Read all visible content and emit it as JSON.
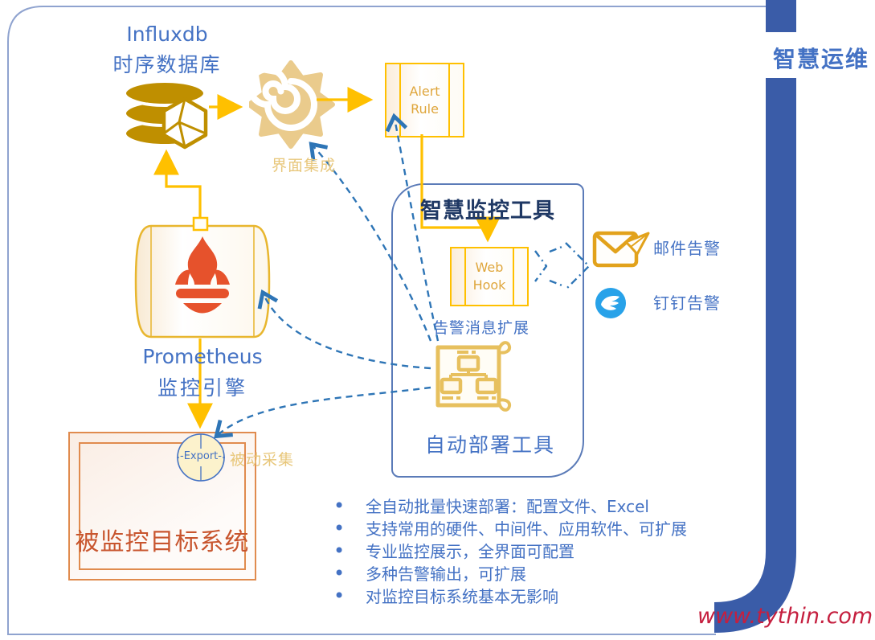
{
  "band": {
    "label": "智慧运维"
  },
  "watermark": "www.tythin.com",
  "influx": {
    "title": "Influxdb",
    "subtitle": "时序数据库"
  },
  "grafana": {
    "label": "界面集成"
  },
  "alert_rule": {
    "label": "Alert Rule"
  },
  "monitor": {
    "title": "智慧监控工具",
    "webhook": "Web Hook",
    "extension": "告警消息扩展",
    "deploy": "自动部署工具"
  },
  "alerts": {
    "email": "邮件告警",
    "dingtalk": "钉钉告警"
  },
  "prometheus": {
    "title": "Prometheus",
    "subtitle": "监控引擎"
  },
  "collect": {
    "export_text": "-Export-",
    "passive": "被动采集"
  },
  "target": {
    "label": "被监控目标系统"
  },
  "bullets": [
    "全自动批量快速部署：配置文件、Excel",
    "支持常用的硬件、中间件、应用软件、可扩展",
    "专业监控展示，全界面可配置",
    "多种告警输出，可扩展",
    "对监控目标系统基本无影响"
  ],
  "colors": {
    "gold": "#FFC000",
    "gold_mid": "#E2A21B",
    "gold_dark": "#BF8F00",
    "icon_gold": "#E7C05E",
    "light_gold": "#E8C77B",
    "grafana_gold": "#EACB8C",
    "blue": "#4472C4",
    "navy": "#1F3864",
    "dash": "#2E75B6",
    "band": "#3A5CA8",
    "frame": "#8FA3CF",
    "red": "#E6522C",
    "orange": "#E08B4E",
    "orange_text": "#C8552E",
    "ding": "#28A2E9",
    "mark": "#C51F3F"
  }
}
